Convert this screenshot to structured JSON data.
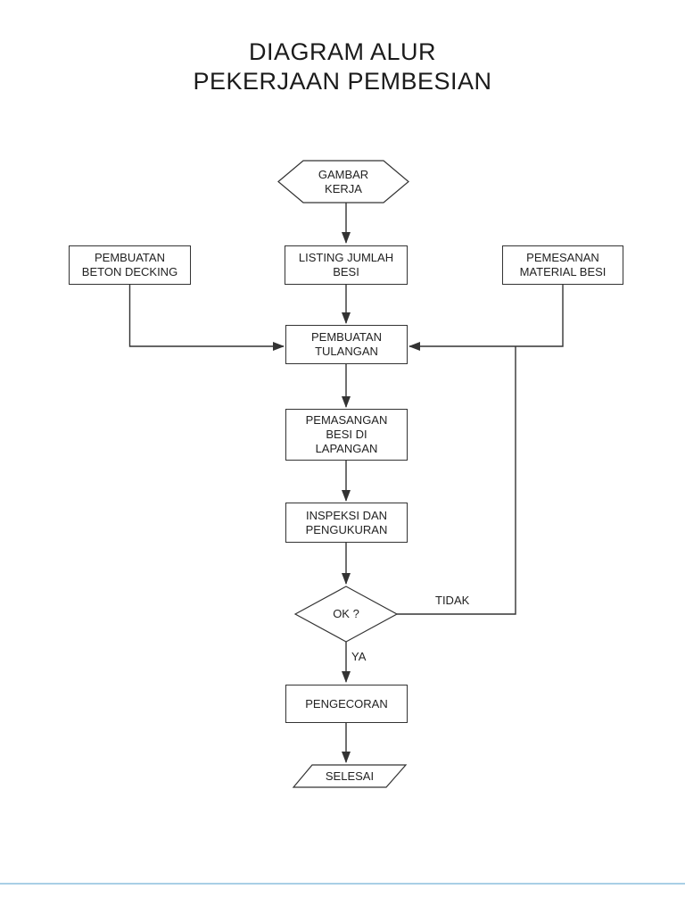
{
  "title": {
    "line1": "DIAGRAM ALUR",
    "line2": "PEKERJAAN PEMBESIAN"
  },
  "nodes": {
    "gambar_kerja": {
      "shape": "hexagon",
      "line1": "GAMBAR",
      "line2": "KERJA"
    },
    "beton_decking": {
      "shape": "rect",
      "line1": "PEMBUATAN",
      "line2": "BETON DECKING"
    },
    "listing_besi": {
      "shape": "rect",
      "line1": "LISTING JUMLAH",
      "line2": "BESI"
    },
    "pemesanan_besi": {
      "shape": "rect",
      "line1": "PEMESANAN",
      "line2": "MATERIAL BESI"
    },
    "pembuatan_tulangan": {
      "shape": "rect",
      "line1": "PEMBUATAN",
      "line2": "TULANGAN"
    },
    "pemasangan_besi": {
      "shape": "rect",
      "line1": "PEMASANGAN",
      "line2": "BESI DI",
      "line3": "LAPANGAN"
    },
    "inspeksi": {
      "shape": "rect",
      "line1": "INSPEKSI DAN",
      "line2": "PENGUKURAN"
    },
    "ok_decision": {
      "shape": "diamond",
      "line1": "OK ?"
    },
    "pengecoran": {
      "shape": "rect",
      "line1": "PENGECORAN"
    },
    "selesai": {
      "shape": "parallelogram",
      "line1": "SELESAI"
    }
  },
  "edge_labels": {
    "no": "TIDAK",
    "yes": "YA"
  },
  "colors": {
    "line": "#333333",
    "text": "#222222",
    "node_fill": "#ffffff",
    "accent_bottom_line": "#a9cfe6"
  }
}
